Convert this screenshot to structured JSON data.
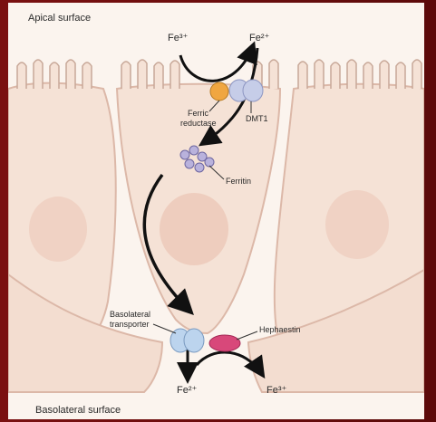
{
  "apical_surface_label": "Apical surface",
  "basolateral_surface_label": "Basolateral surface",
  "top_fe3_label": "Fe³⁺",
  "top_fe2_label": "Fe²⁺",
  "ferric_reductase_label_line1": "Ferric",
  "ferric_reductase_label_line2": "reductase",
  "dmt1_label": "DMT1",
  "ferritin_label": "Ferritin",
  "basolateral_transporter_label_line1": "Basolateral",
  "basolateral_transporter_label_line2": "transporter",
  "hephaestin_label": "Hephaestin",
  "bottom_fe2_label": "Fe²⁺",
  "bottom_fe3_label": "Fe³⁺",
  "colors": {
    "frame": "#6b0f0f",
    "cell_fill": "#f5e2d6",
    "cell_outline": "#dcb8a8",
    "nucleus": "#ecc8b8",
    "ferric_reductase": "#f0a640",
    "dmt1": "#c6cde8",
    "ferritin": "#b9b2dc",
    "basolateral_transporter": "#bcd4ee",
    "hephaestin": "#d8487a",
    "arrow": "#111111"
  }
}
